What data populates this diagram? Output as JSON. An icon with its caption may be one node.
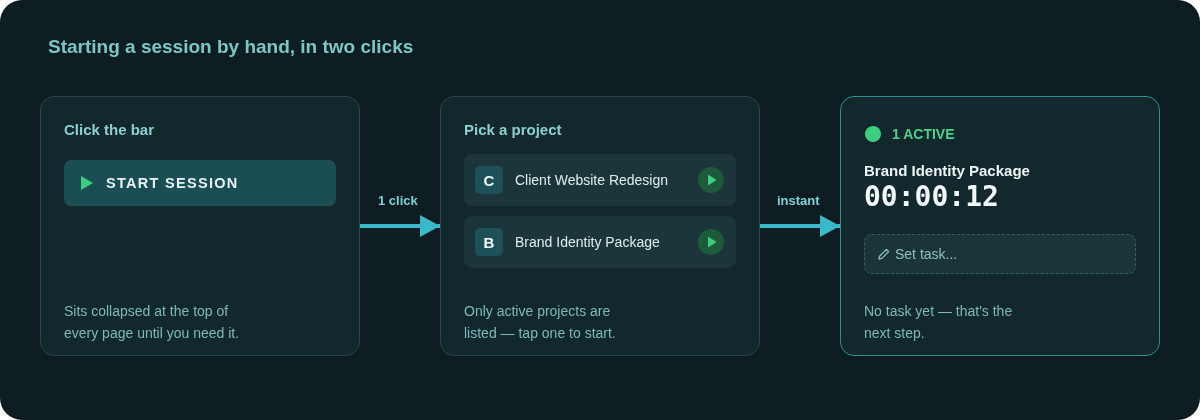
{
  "diagram": {
    "title": "Starting a session by hand, in two clicks",
    "nodes": [
      {
        "text": [
          "Click the bar",
          "Sits collapsed at the top of every page until you need it."
        ]
      },
      {
        "text": [
          "START SESSION"
        ],
        "in": 0
      },
      {
        "text": [
          "Pick a project",
          "Only active projects are listed — tap one to start."
        ]
      },
      {
        "text": [
          "Client Website Redesign"
        ],
        "in": 2
      },
      {
        "text": [
          "C"
        ],
        "in": 3
      },
      {
        "text": [
          "Brand Identity Package"
        ],
        "in": 2
      },
      {
        "text": [
          "B"
        ],
        "in": 5
      },
      {
        "text": [
          "1 ACTIVE",
          "Brand Identity Package",
          "00:00:12",
          "No task yet — that's the next step."
        ]
      },
      {
        "text": [
          "Set task..."
        ],
        "in": 7
      }
    ],
    "edges": [
      {
        "from": 0,
        "to": 2,
        "arrow": "to",
        "label": "1 click"
      },
      {
        "from": 2,
        "to": 7,
        "arrow": "to",
        "label": "instant"
      }
    ]
  }
}
